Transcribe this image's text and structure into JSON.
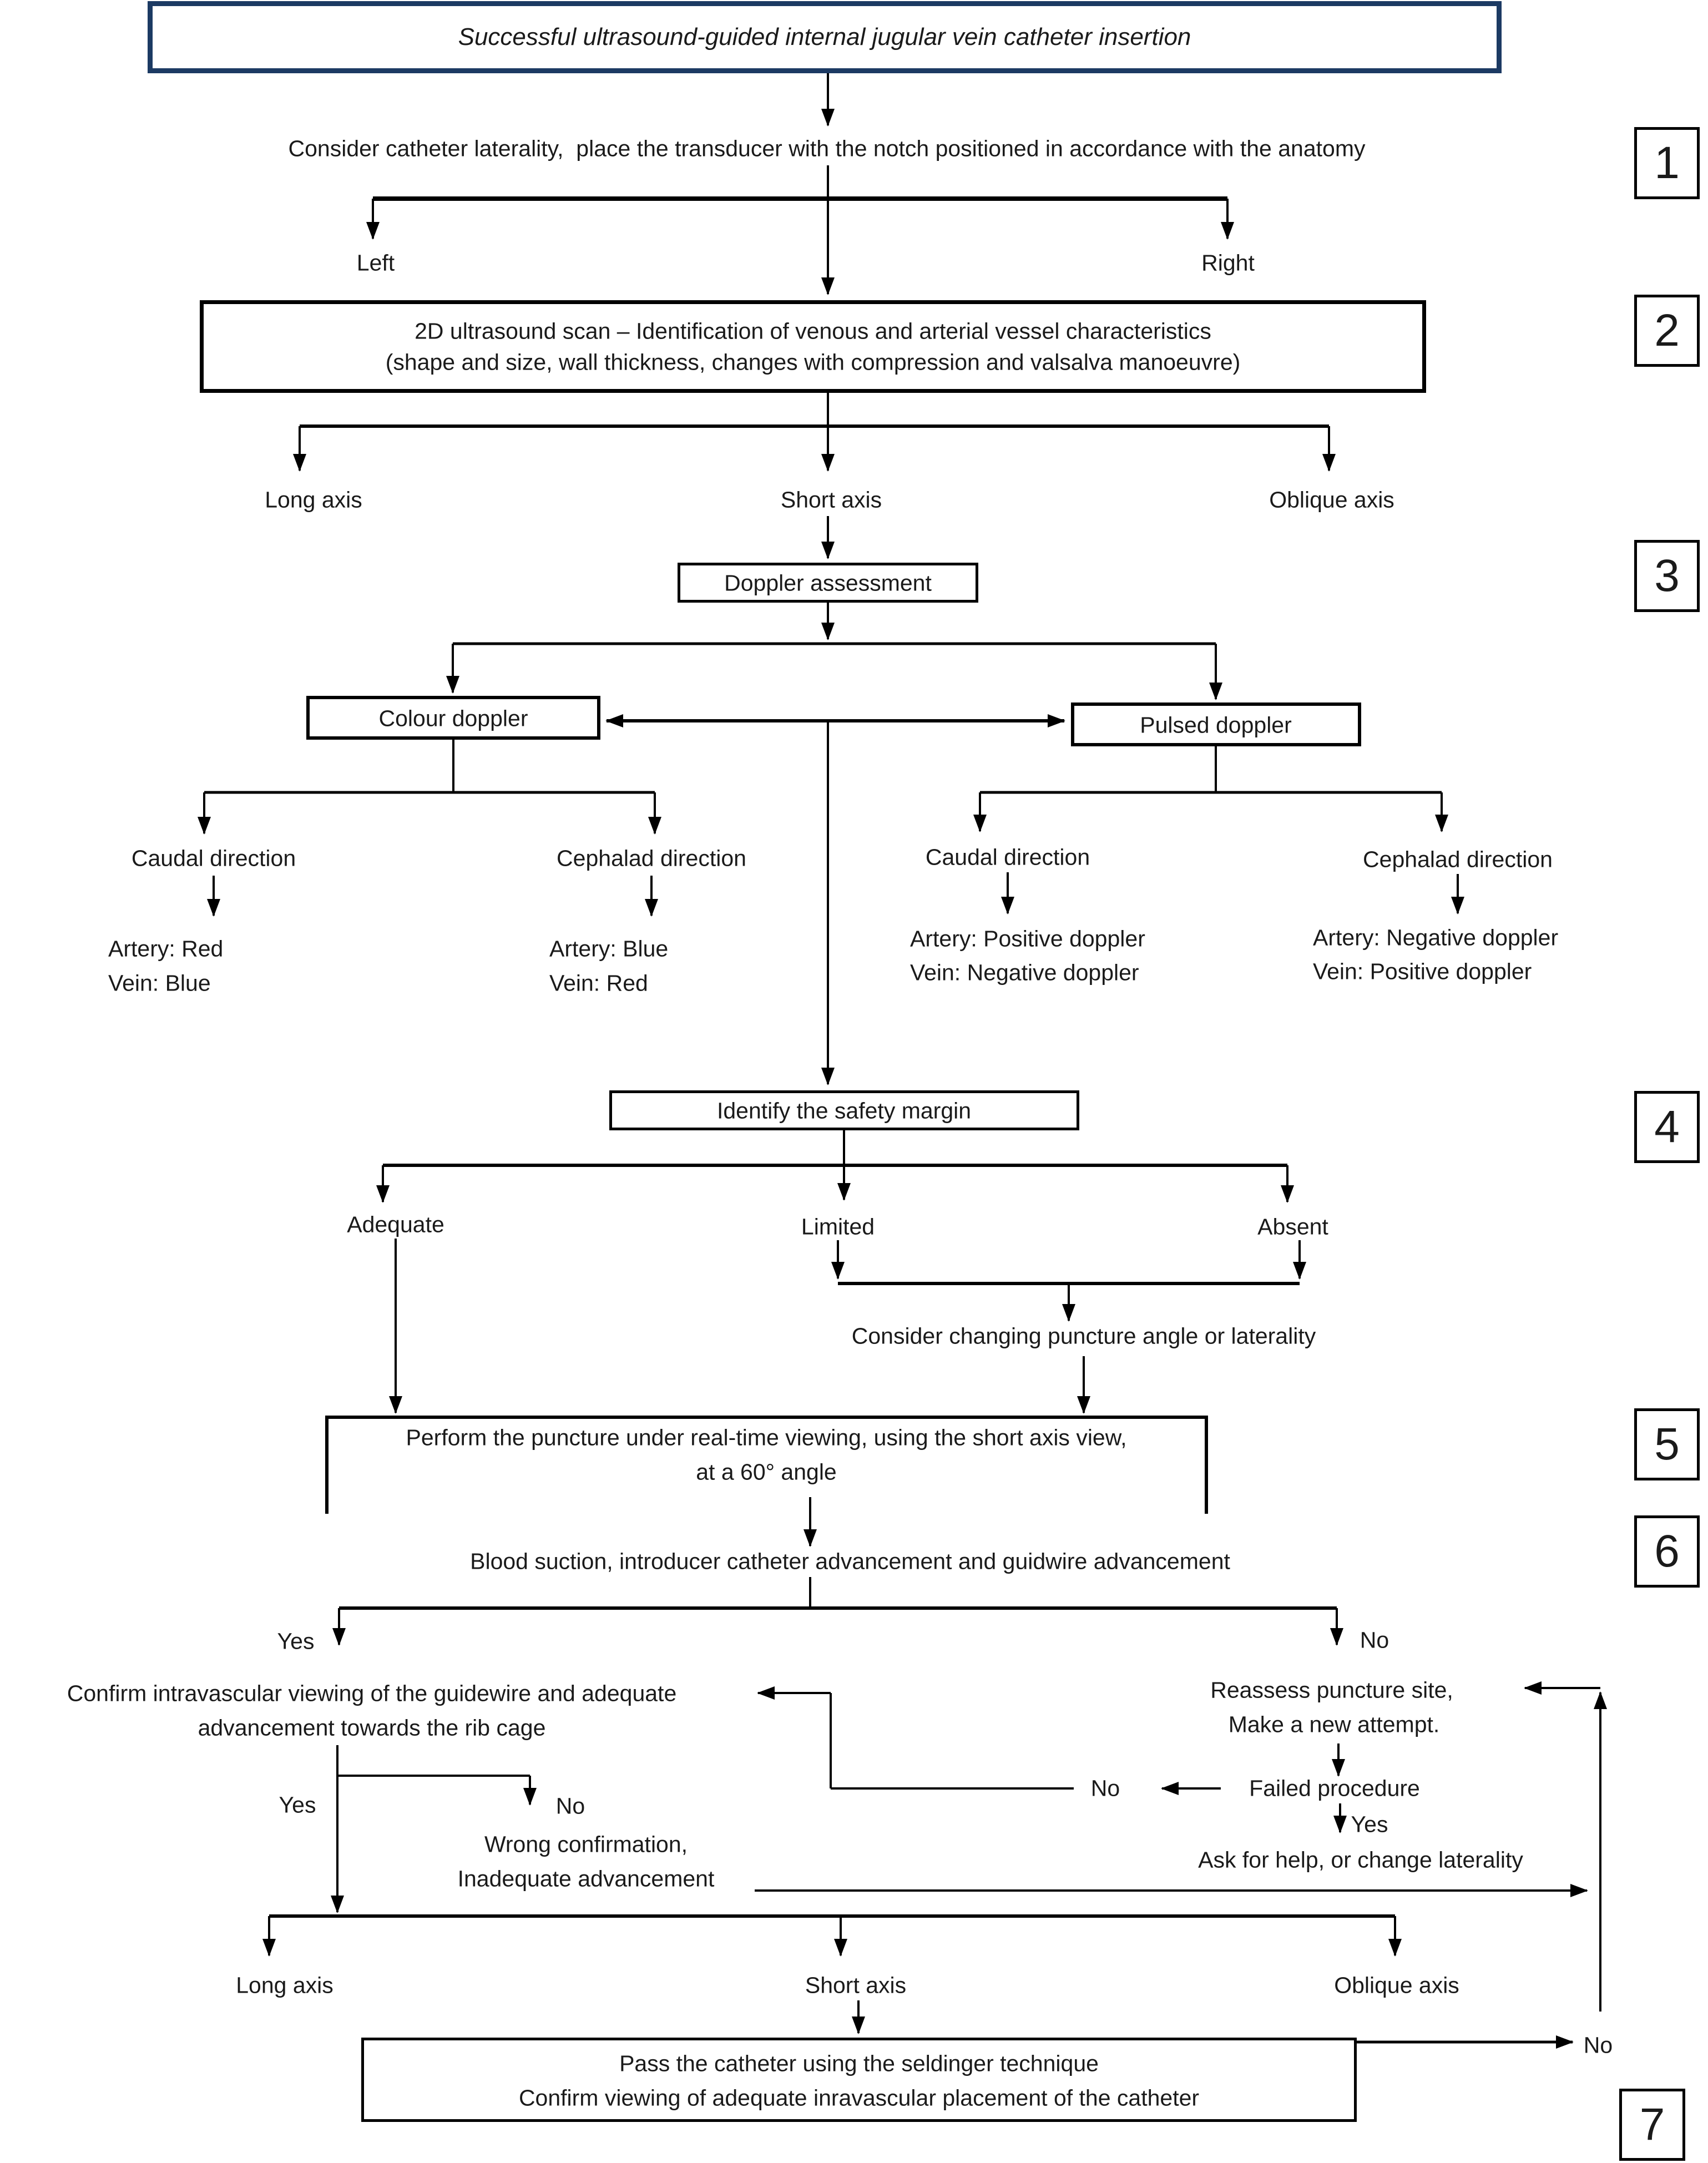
{
  "title": "Successful ultrasound-guided internal jugular vein catheter insertion",
  "step_numbers": [
    "1",
    "2",
    "3",
    "4",
    "5",
    "6",
    "7"
  ],
  "colors": {
    "title_box_border": "#1c3a63",
    "line": "#000000",
    "background": "#ffffff",
    "text": "#1a1a1a"
  },
  "nodes": {
    "consider_laterality": "Consider catheter laterality,  place the transducer with the notch positioned in accordance with the anatomy",
    "left": "Left",
    "right": "Right",
    "ultrasound_line1": "2D ultrasound scan – Identification of venous and arterial vessel characteristics",
    "ultrasound_line2": "(shape and size, wall thickness, changes with compression and valsalva manoeuvre)",
    "long_axis": "Long axis",
    "short_axis": "Short axis",
    "oblique_axis": "Oblique axis",
    "doppler_assessment": "Doppler assessment",
    "colour_doppler": "Colour doppler",
    "pulsed_doppler": "Pulsed doppler",
    "caudal_direction": "Caudal direction",
    "cephalad_direction": "Cephalad direction",
    "colour_caudal_artery": "Artery: Red",
    "colour_caudal_vein": "Vein: Blue",
    "colour_cephalad_artery": "Artery: Blue",
    "colour_cephalad_vein": "Vein: Red",
    "pulsed_caudal_artery": "Artery: Positive doppler",
    "pulsed_caudal_vein": "Vein: Negative doppler",
    "pulsed_cephalad_artery": "Artery: Negative doppler",
    "pulsed_cephalad_vein": "Vein: Positive doppler",
    "identify_safety_margin": "Identify the safety margin",
    "adequate": "Adequate",
    "limited": "Limited",
    "absent": "Absent",
    "consider_changing": "Consider changing puncture angle or laterality",
    "perform_line1": "Perform the puncture under real-time viewing, using the short axis view,",
    "perform_line2": "at a 60° angle",
    "blood_suction": "Blood suction, introducer catheter advancement and guidwire advancement",
    "yes": "Yes",
    "no": "No",
    "confirm_line1": "Confirm intravascular viewing of the guidewire and adequate",
    "confirm_line2": "advancement towards the rib cage",
    "reassess_line1": "Reassess puncture site,",
    "reassess_line2": "Make a new attempt.",
    "failed_procedure": "Failed procedure",
    "ask_for_help": "Ask for help, or change laterality",
    "wrong_line1": "Wrong confirmation,",
    "wrong_line2": "Inadequate advancement",
    "pass_line1": "Pass the catheter using the seldinger technique",
    "pass_line2": "Confirm viewing of adequate inravascular placement of the catheter"
  }
}
